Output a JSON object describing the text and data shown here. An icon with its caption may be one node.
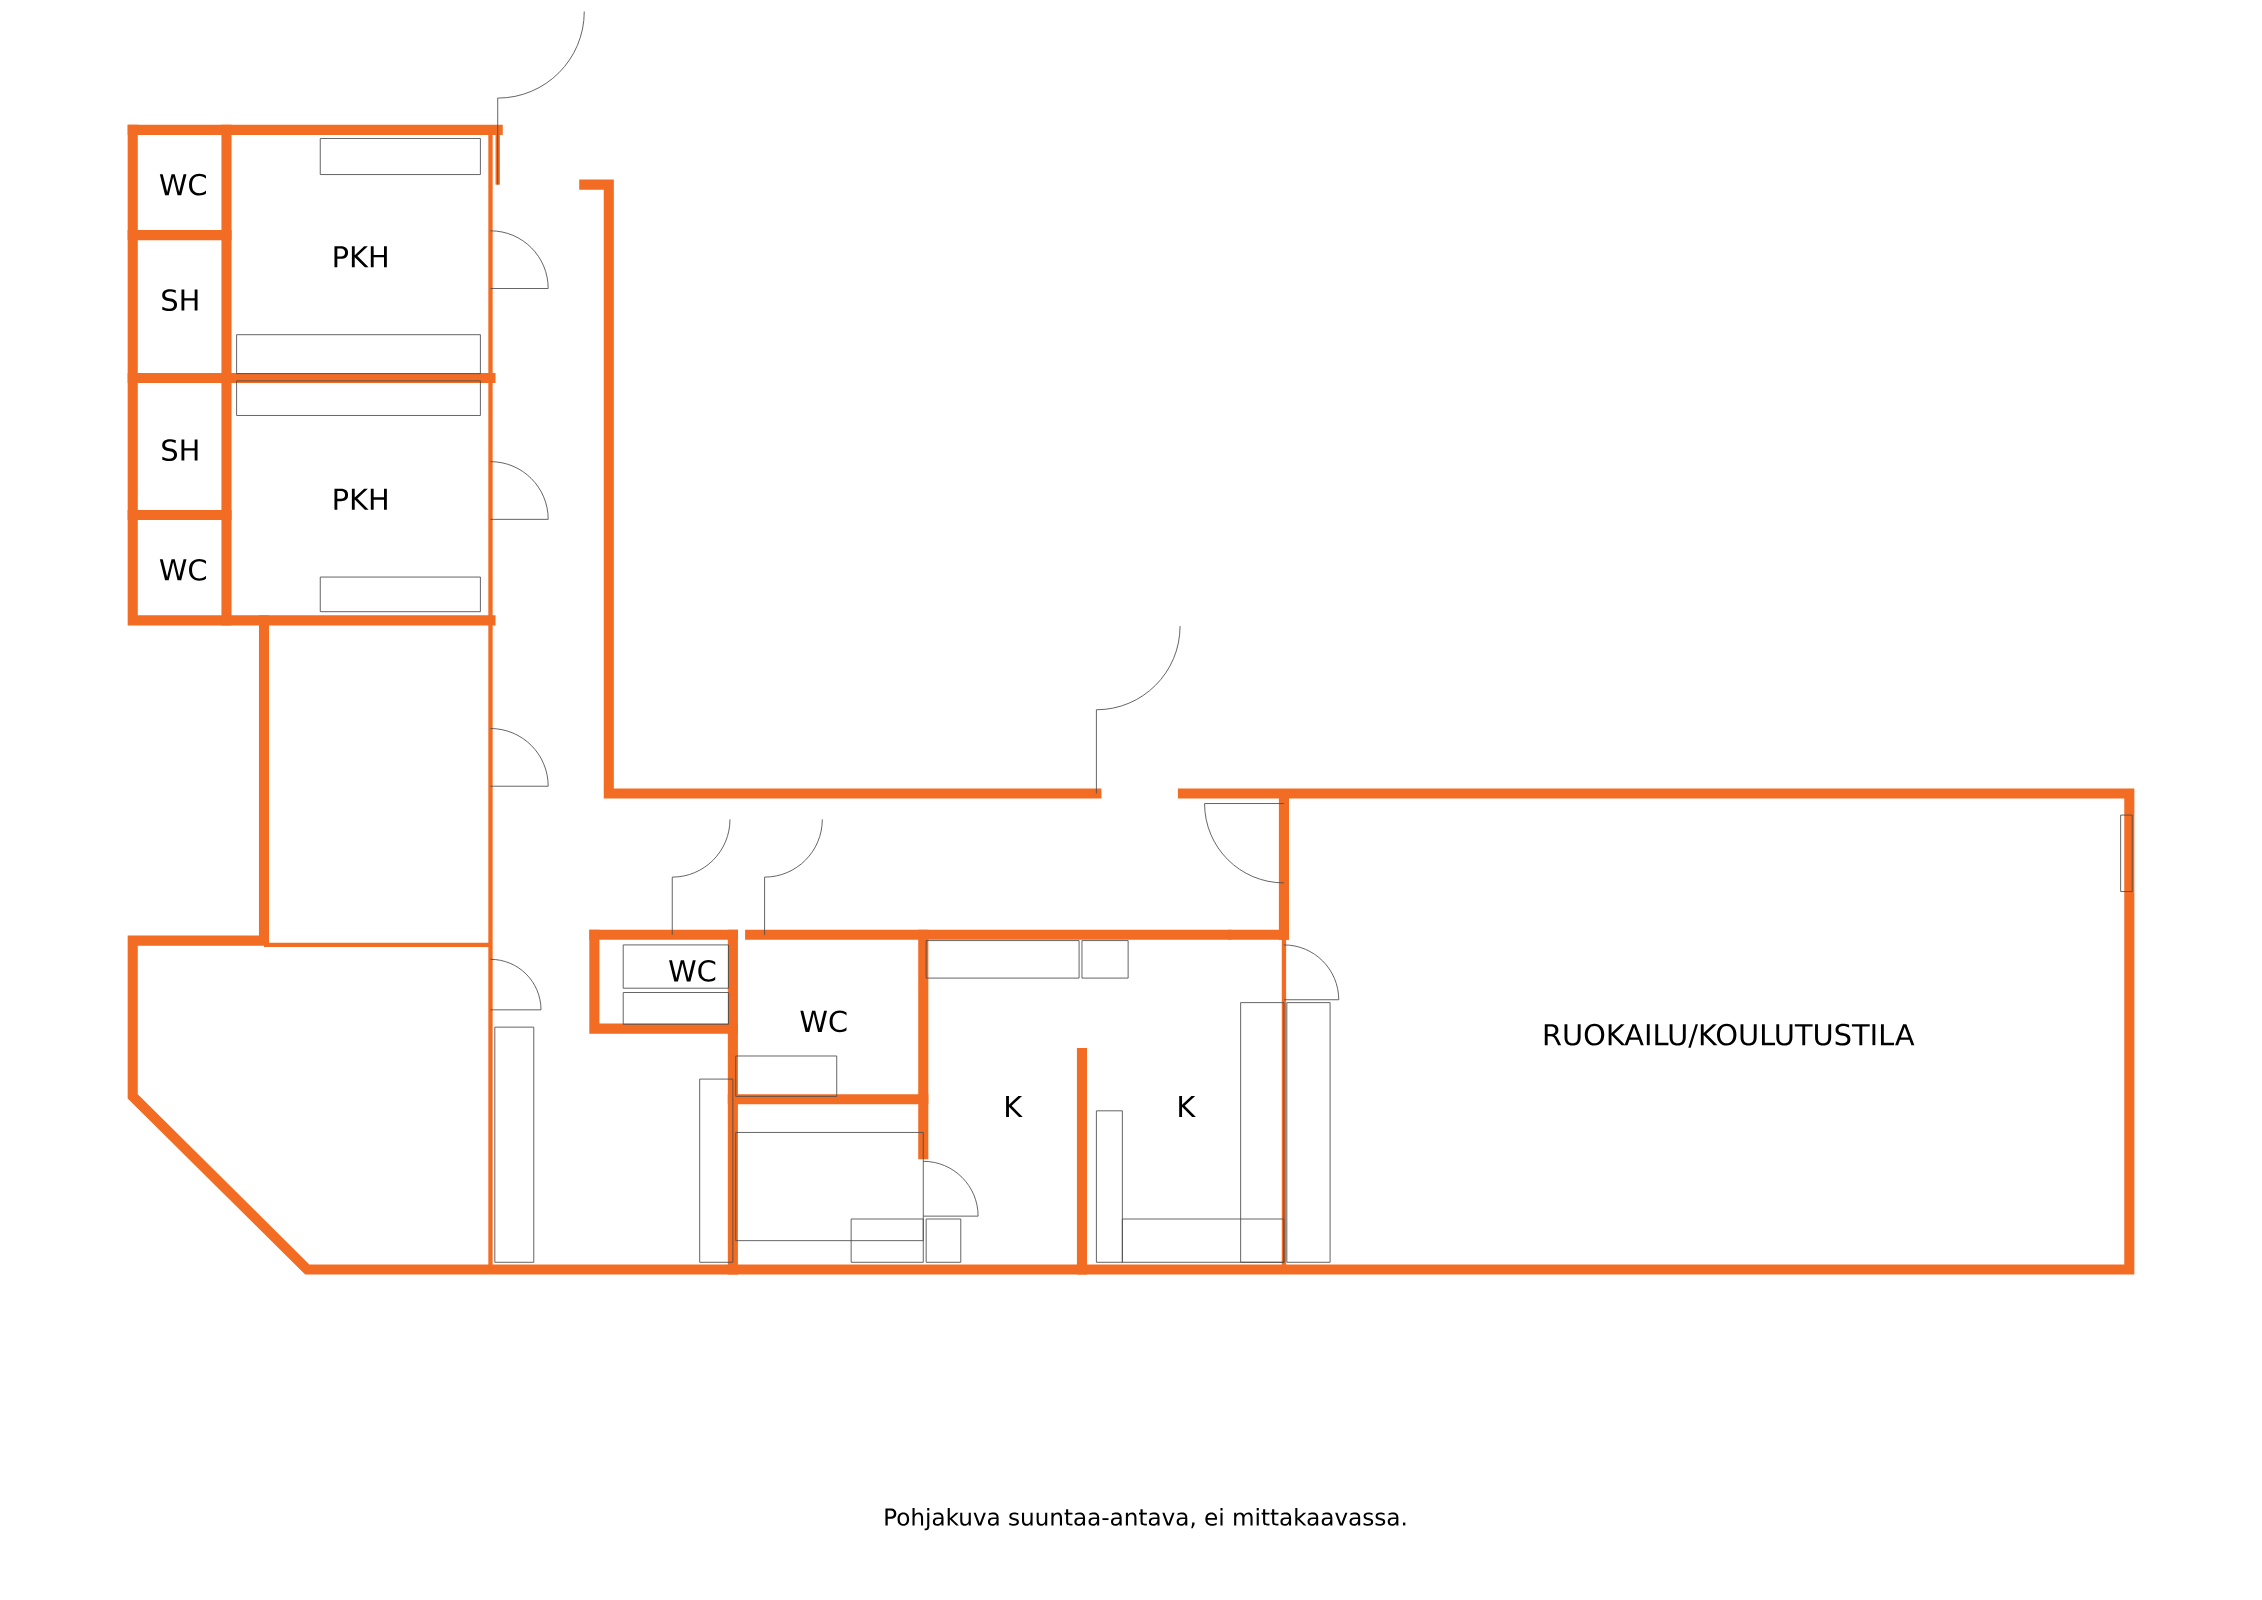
{
  "diagram": {
    "labels": [
      "WC",
      "SH",
      "PKH",
      "SH",
      "PKH",
      "WC",
      "WC",
      "WC",
      "K",
      "K",
      "RUOKAILU/KOULUTUSTILA",
      "Pohjakuva suuntaa-antava, ei mittakaavassa."
    ]
  }
}
